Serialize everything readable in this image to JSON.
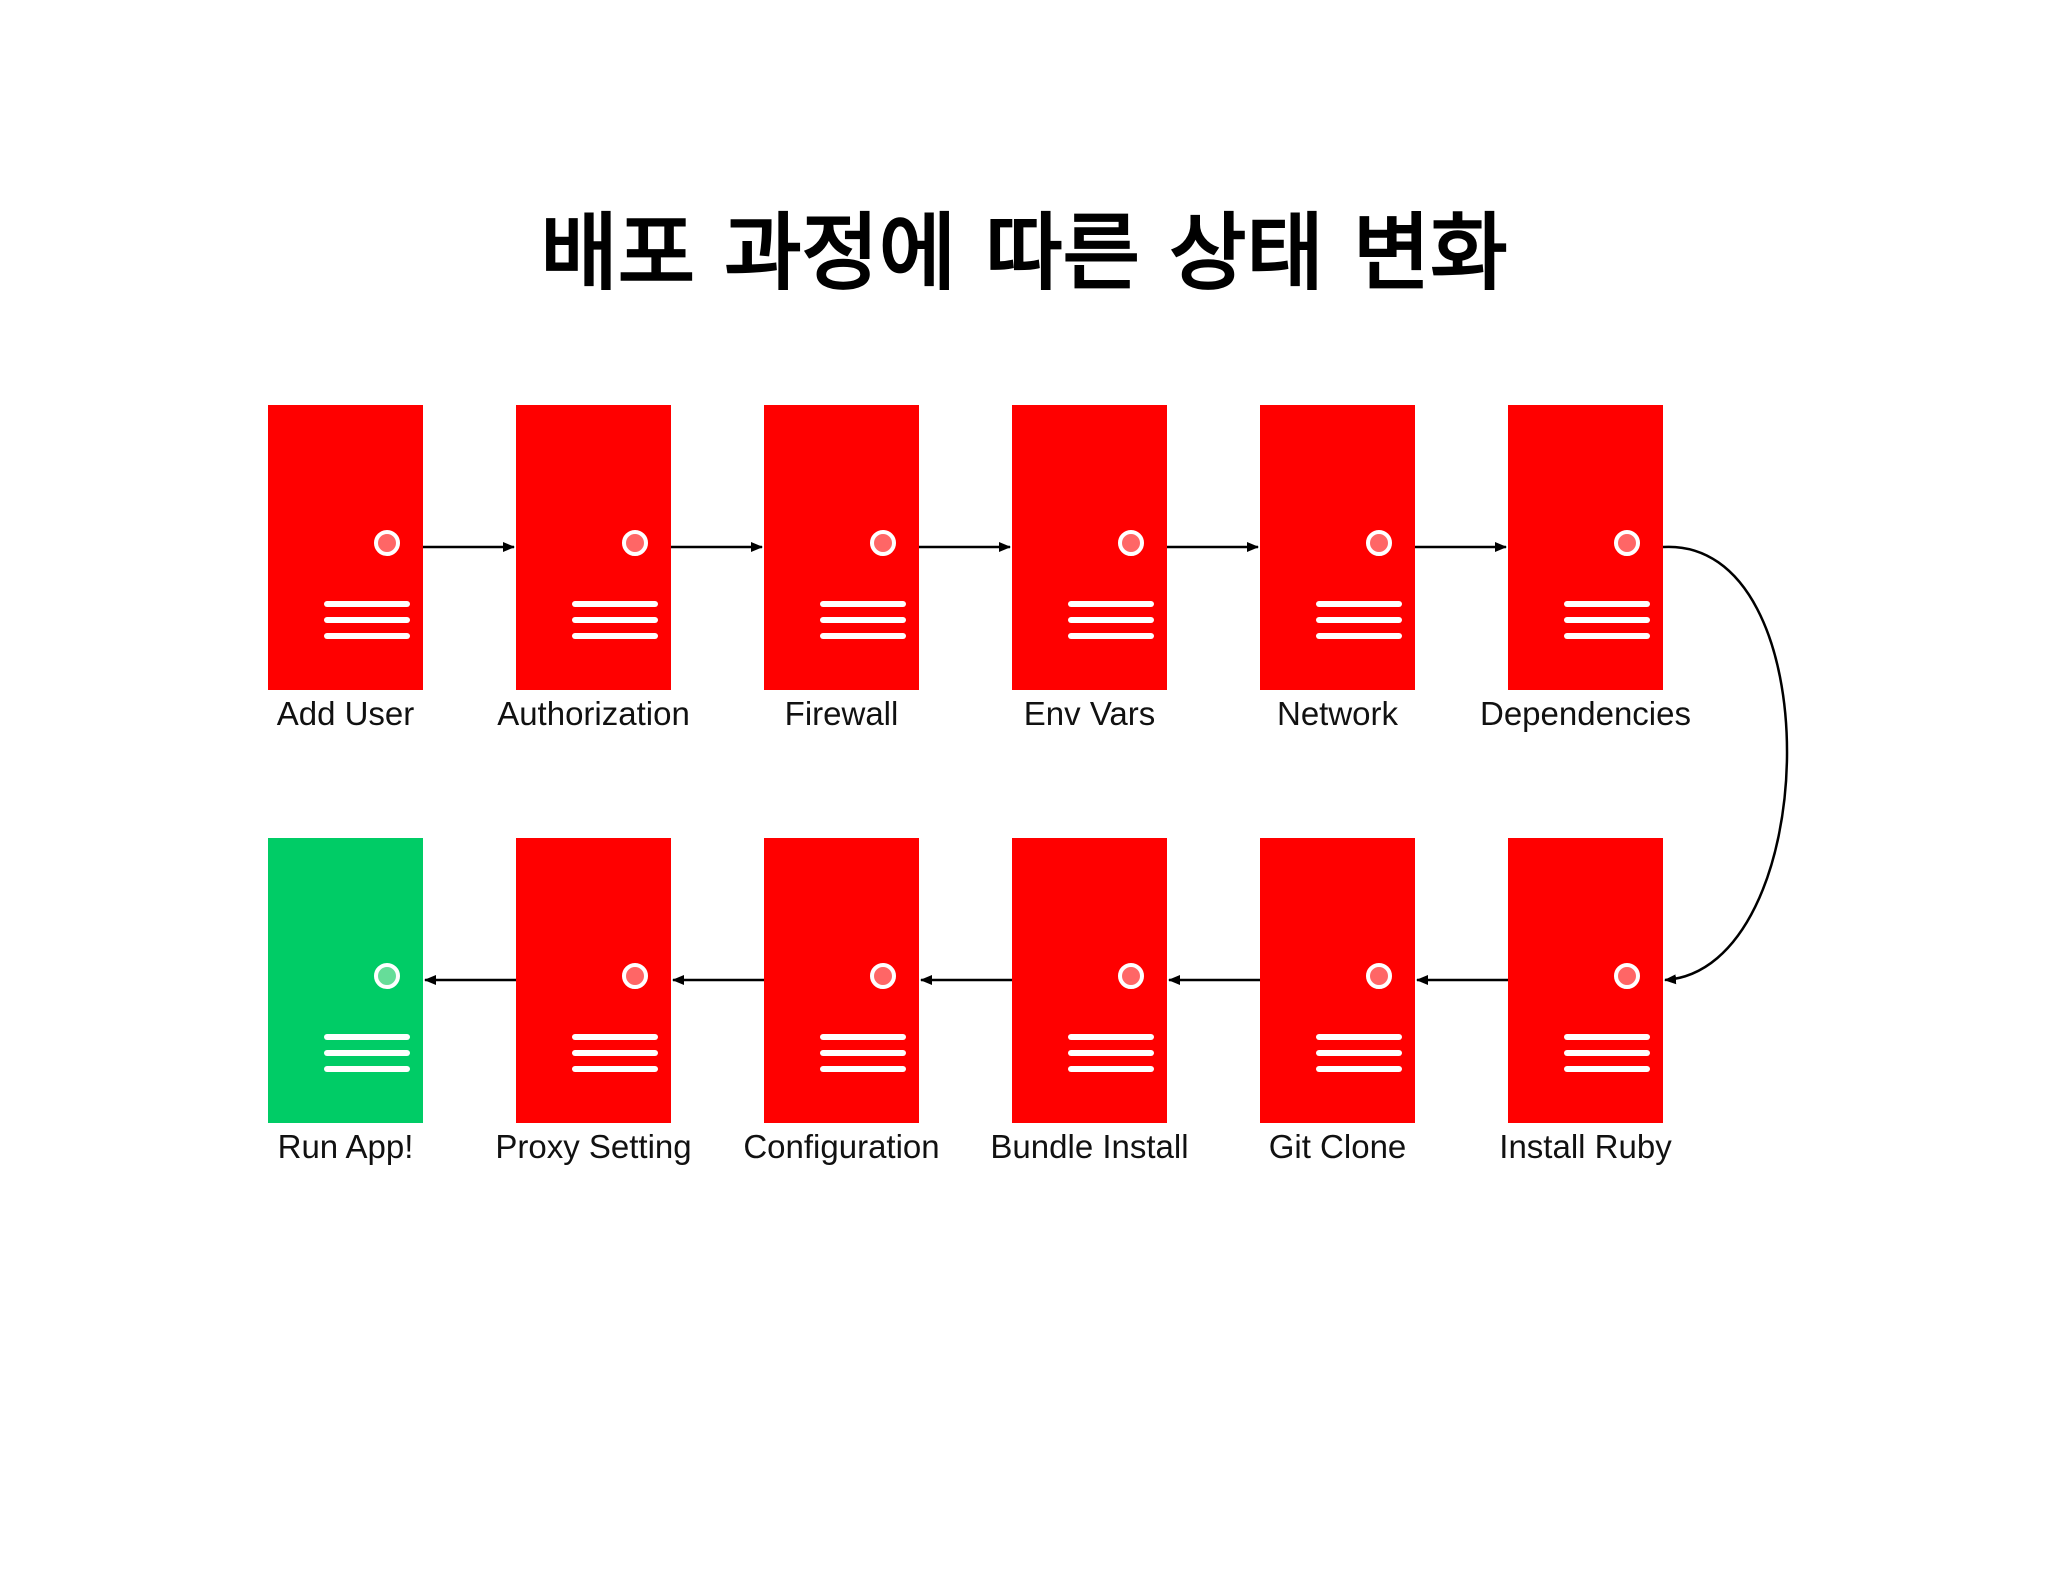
{
  "title": "배포 과정에 따른 상태 변화",
  "colors": {
    "pending": "#ff0000",
    "done": "#00cc66",
    "connector": "#000000",
    "background": "#ffffff",
    "indicator_ring": "#ffffff",
    "pending_dot": "#ff6666",
    "done_dot": "#66dd99"
  },
  "icons": {
    "node": "server-icon",
    "indicator": "status-light-icon",
    "slots": "drive-bay-icon"
  },
  "flow": {
    "order": [
      "Add User",
      "Authorization",
      "Firewall",
      "Env Vars",
      "Network",
      "Dependencies",
      "Install Ruby",
      "Git Clone",
      "Bundle Install",
      "Configuration",
      "Proxy Setting",
      "Run App!"
    ],
    "layout": "two-row serpentine",
    "direction": "top row left-to-right, bottom row right-to-left"
  },
  "nodes": [
    {
      "label": "Add User",
      "status": "pending"
    },
    {
      "label": "Authorization",
      "status": "pending"
    },
    {
      "label": "Firewall",
      "status": "pending"
    },
    {
      "label": "Env Vars",
      "status": "pending"
    },
    {
      "label": "Network",
      "status": "pending"
    },
    {
      "label": "Dependencies",
      "status": "pending"
    },
    {
      "label": "Install Ruby",
      "status": "pending"
    },
    {
      "label": "Git Clone",
      "status": "pending"
    },
    {
      "label": "Bundle Install",
      "status": "pending"
    },
    {
      "label": "Configuration",
      "status": "pending"
    },
    {
      "label": "Proxy Setting",
      "status": "pending"
    },
    {
      "label": "Run App!",
      "status": "done"
    }
  ]
}
